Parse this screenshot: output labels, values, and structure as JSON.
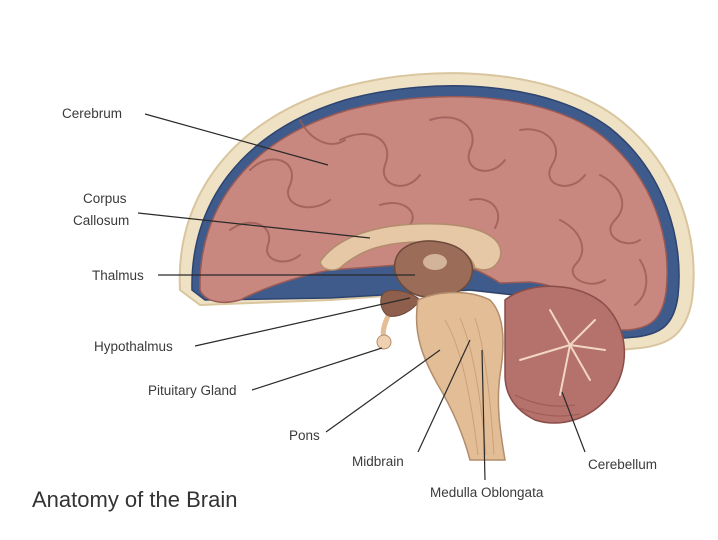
{
  "title": "Anatomy of the Brain",
  "labels": {
    "cerebrum": "Cerebrum",
    "corpus_1": "Corpus",
    "corpus_2": "Callosum",
    "thalmus": "Thalmus",
    "hypothalmus": "Hypothalmus",
    "pituitary": "Pituitary Gland",
    "pons": "Pons",
    "midbrain": "Midbrain",
    "medulla": "Medulla Oblongata",
    "cerebellum": "Cerebellum"
  },
  "colors": {
    "skull": "#efe1c4",
    "meninges": "#3f5b8c",
    "cerebrum": "#c8877f",
    "cerebrum_dark": "#9a5a55",
    "cerebellum": "#b5716b",
    "stem": "#e3bd96",
    "thalamus": "#9b6d58",
    "leader": "#2a2a2a"
  }
}
